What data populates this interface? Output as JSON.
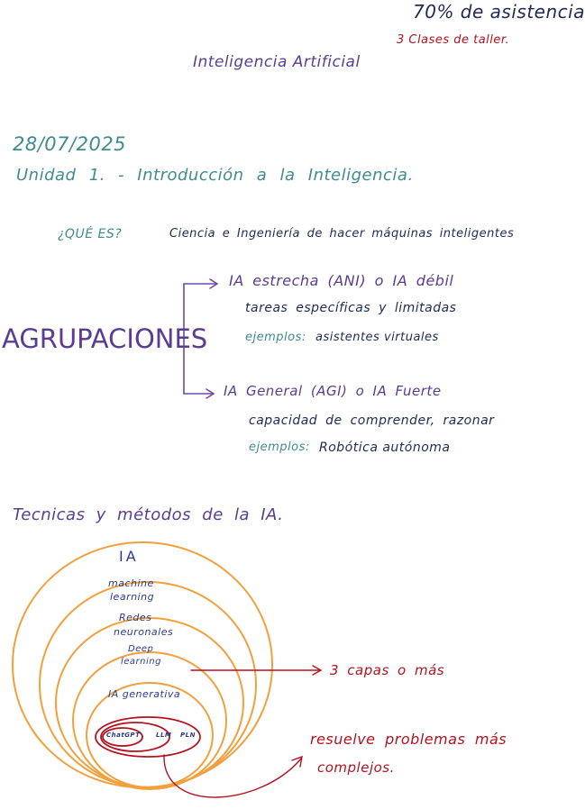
{
  "header": {
    "attendance": "70% de asistencia",
    "workshop": "3 Clases de taller.",
    "title": "Inteligencia Artificial"
  },
  "lesson": {
    "date": "28/07/2025",
    "unit": "Unidad 1. - Introducción a la Inteligencia.",
    "question": "¿QUÉ ES?",
    "definition": "Ciencia e Ingeniería de hacer máquinas inteligentes"
  },
  "groupings": {
    "label": "AGRUPACIONES",
    "ani": {
      "title": "IA estrecha (ANI) o IA débil",
      "desc": "tareas específicas y limitadas",
      "example_label": "ejemplos:",
      "example": "asistentes virtuales"
    },
    "agi": {
      "title": "IA General (AGI) o IA Fuerte",
      "desc": "capacidad de comprender, razonar",
      "example_label": "ejemplos:",
      "example": "Robótica autónoma"
    }
  },
  "techniques": {
    "heading": "Tecnicas y métodos de la IA.",
    "levels": {
      "ia": "IA",
      "ml_1": "machine",
      "ml_2": "learning",
      "rn_1": "Redes",
      "rn_2": "neuronales",
      "dl_1": "Deep",
      "dl_2": "learning",
      "gen": "IA generativa"
    },
    "models": {
      "chatgpt": "ChatGPT",
      "llm": "LLM",
      "pln": "PLN"
    },
    "note_layers": "3 capas o más",
    "note_complex_1": "resuelve problemas más",
    "note_complex_2": "complejos."
  },
  "colors": {
    "navy": "#1f2a55",
    "purple": "#5a3d92",
    "teal": "#3f8c8f",
    "red": "#b3121e",
    "orange": "#f2a03d"
  }
}
